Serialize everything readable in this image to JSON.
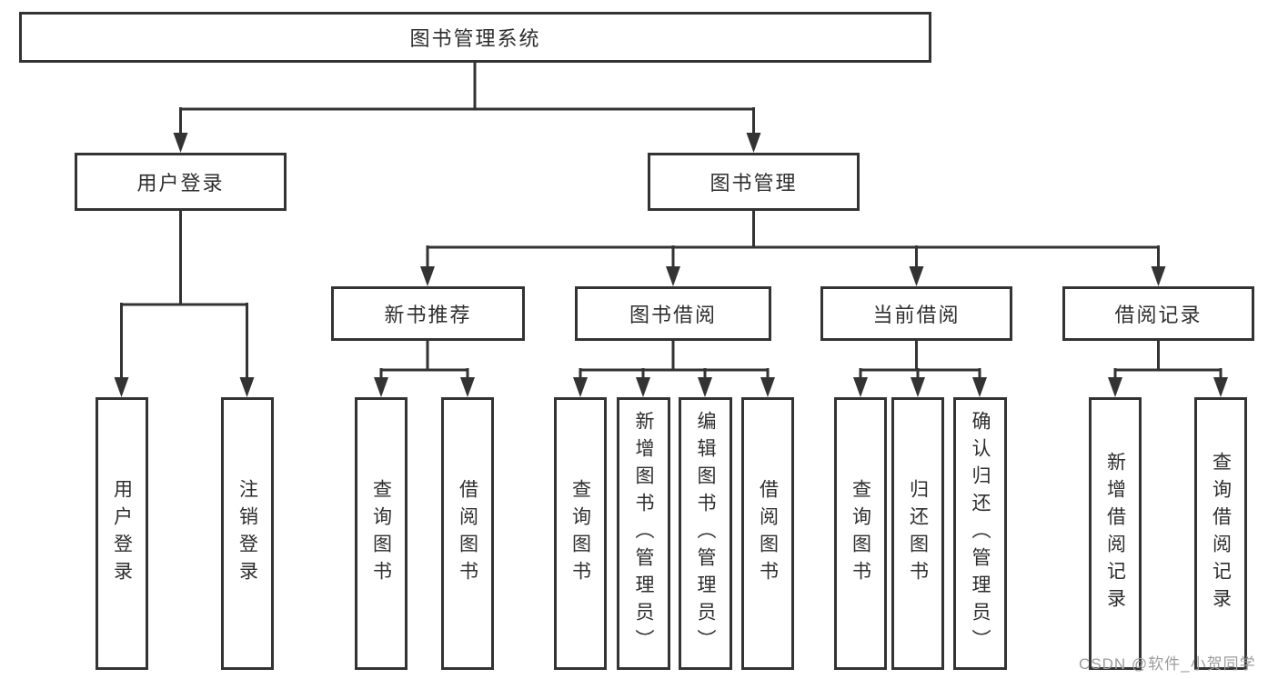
{
  "nodes": {
    "root": "图书管理系统",
    "user_login": "用户登录",
    "book_management": "图书管理",
    "new_book_recommend": "新书推荐",
    "book_borrowing": "图书借阅",
    "current_borrowing": "当前借阅",
    "borrowing_records": "借阅记录",
    "leaf_user_login": "用户登录",
    "leaf_logout": "注销登录",
    "leaf_query_books_a": "查询图书",
    "leaf_borrow_books_a": "借阅图书",
    "leaf_query_books_b": "查询图书",
    "leaf_add_books_admin": "新增图书（管理员）",
    "leaf_edit_books_admin": "编辑图书（管理员）",
    "leaf_borrow_books_b": "借阅图书",
    "leaf_query_books_c": "查询图书",
    "leaf_return_books": "归还图书",
    "leaf_confirm_return_admin": "确认归还（管理员）",
    "leaf_add_borrow_record": "新增借阅记录",
    "leaf_query_borrow_record": "查询借阅记录"
  },
  "watermark": "CSDN @软件_小贺同学",
  "colors": {
    "line": "#333333",
    "text": "#2e2e2e",
    "watermark": "#9c9c9c",
    "background": "#ffffff"
  }
}
